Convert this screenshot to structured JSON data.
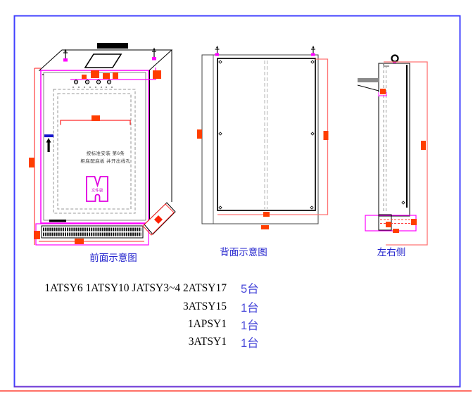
{
  "sheet": {
    "frame_color": "#4040ff",
    "bottom_line_color": "#ff5143",
    "linework_colors": {
      "magenta": "#ff00ff",
      "dimension_red": "#ff4a3a",
      "dimension_light_red": "#ff7373",
      "dimension_text_orange": "#ff3e00",
      "hidden_line_gray": "#9a9a9a",
      "label_blue": "#2323cd",
      "qty_blue": "#4a4ada"
    }
  },
  "views": {
    "front": {
      "label": "前面示意图",
      "note_line1": "按标准安装 第6条",
      "note_line2": "柜底配底板 并开出线孔",
      "pocket_label": "文件袋"
    },
    "back": {
      "label": "背面示意图"
    },
    "side": {
      "label": "左右侧"
    }
  },
  "parts_list": {
    "rows": [
      {
        "codes": "1ATSY6 1ATSY10 JATSY3~4 2ATSY17",
        "qty": "5台"
      },
      {
        "codes": "3ATSY15",
        "qty": "1台"
      },
      {
        "codes": "1APSY1",
        "qty": "1台"
      },
      {
        "codes": "3ATSY1",
        "qty": "1台"
      }
    ]
  }
}
